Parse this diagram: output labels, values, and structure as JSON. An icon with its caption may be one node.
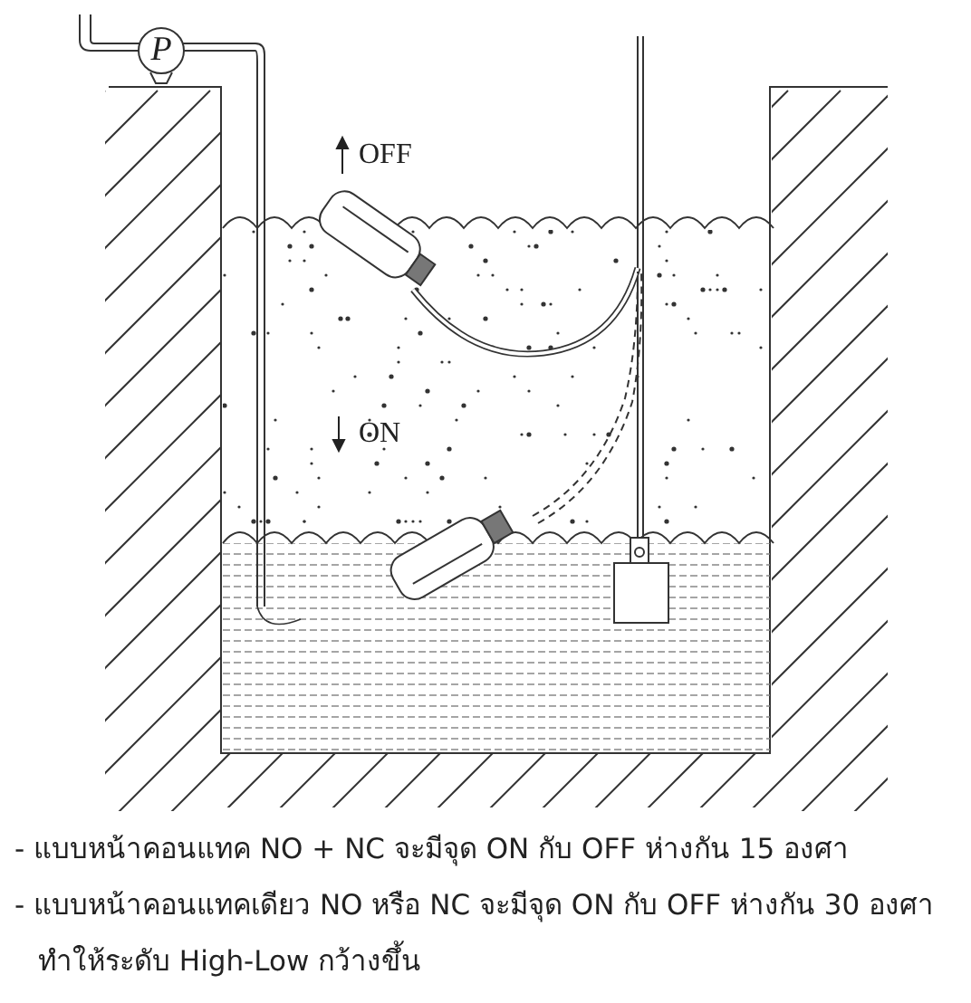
{
  "diagram": {
    "nodes": [
      {
        "text": [
          "P"
        ]
      }
    ],
    "labels": [
      "OFF",
      "ON",
      "- แบบหน้าคอนแทค NO + NC จะมีจุด ON กับ OFF ห่างกัน 15 องศา",
      "- แบบหน้าคอนแทคเดียว NO หรือ NC จะมีจุด ON กับ OFF ห่างกัน 30 องศา ทำให้ระดับ High-Low กว้างขึ้น"
    ]
  }
}
